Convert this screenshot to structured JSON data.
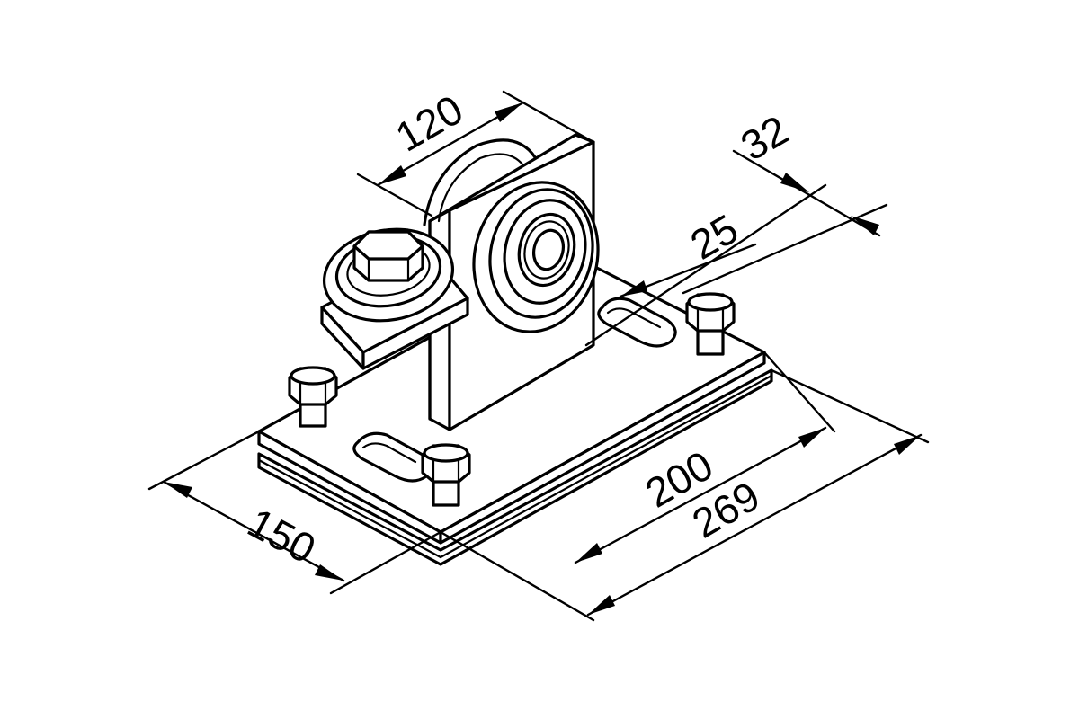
{
  "drawing": {
    "dimensions": {
      "d120": "120",
      "d32": "32",
      "d25": "25",
      "d150": "150",
      "d200": "200",
      "d269": "269"
    }
  }
}
